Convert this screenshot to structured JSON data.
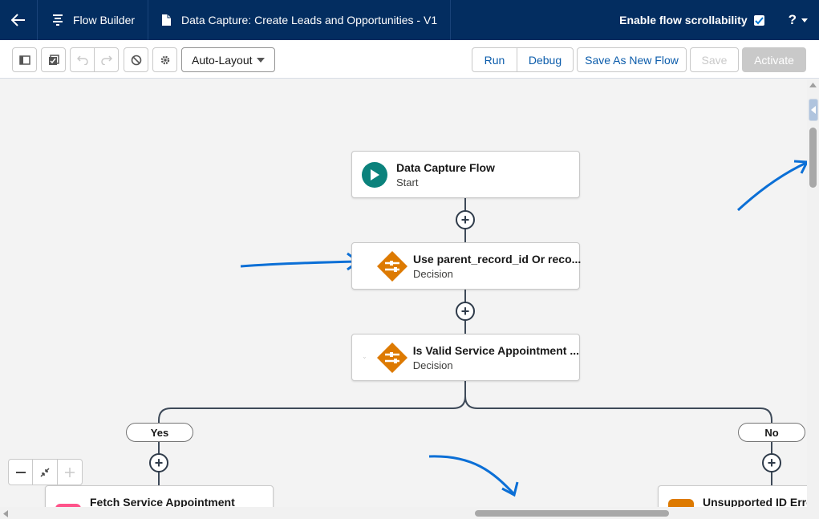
{
  "header": {
    "app_name": "Flow Builder",
    "document_title": "Data Capture: Create Leads and Opportunities - V1",
    "scroll_toggle_label": "Enable flow scrollability",
    "help_label": "?"
  },
  "toolbar": {
    "layout_select_value": "Auto-Layout",
    "run_label": "Run",
    "debug_label": "Debug",
    "save_as_new_label": "Save As New Flow",
    "save_label": "Save",
    "activate_label": "Activate"
  },
  "canvas": {
    "start_node": {
      "title": "Data Capture Flow",
      "subtitle": "Start"
    },
    "decision1": {
      "title": "Use parent_record_id Or reco...",
      "subtitle": "Decision"
    },
    "decision2": {
      "title": "Is Valid Service Appointment ...",
      "subtitle": "Decision"
    },
    "branch_yes": "Yes",
    "branch_no": "No",
    "left_node_title": "Fetch Service Appointment",
    "right_node_title": "Unsupported ID Error"
  },
  "colors": {
    "header_bg": "#032d60",
    "start_icon": "#0b827c",
    "decision_icon": "#dd7a01",
    "annotation": "#0b6fd6"
  },
  "icons": [
    "back-arrow-icon",
    "flow-builder-icon",
    "document-icon",
    "checkbox-checked-icon",
    "help-icon",
    "toggle-panel-icon",
    "checklist-icon",
    "undo-icon",
    "redo-icon",
    "no-icon",
    "gear-icon",
    "play-icon",
    "decision-icon"
  ]
}
